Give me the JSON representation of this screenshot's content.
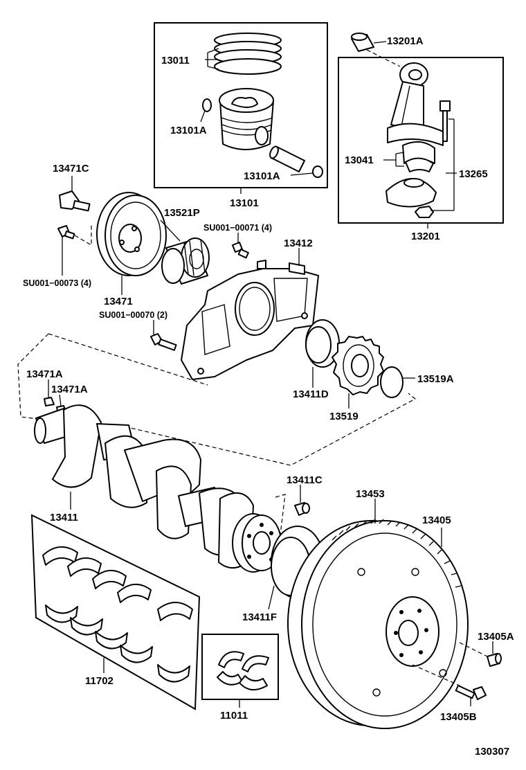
{
  "labels": {
    "p13011": "13011",
    "p13101A_ring": "13101A",
    "p13101A_pin": "13101A",
    "p13101": "13101",
    "p13201A": "13201A",
    "p13041": "13041",
    "p13265": "13265",
    "p13201": "13201",
    "p13471C": "13471C",
    "p13521P": "13521P",
    "su71": "SU001−00071 (4)",
    "p13412": "13412",
    "su73": "SU001−00073 (4)",
    "p13471": "13471",
    "su70": "SU001−00070 (2)",
    "p13471A_1": "13471A",
    "p13471A_2": "13471A",
    "p13411D": "13411D",
    "p13519": "13519",
    "p13519A": "13519A",
    "p13411": "13411",
    "p13411C": "13411C",
    "p13453": "13453",
    "p13405": "13405",
    "p13411F": "13411F",
    "p13405A": "13405A",
    "p11702": "11702",
    "p11011": "11011",
    "p13405B": "13405B",
    "diagram_id": "130307"
  }
}
